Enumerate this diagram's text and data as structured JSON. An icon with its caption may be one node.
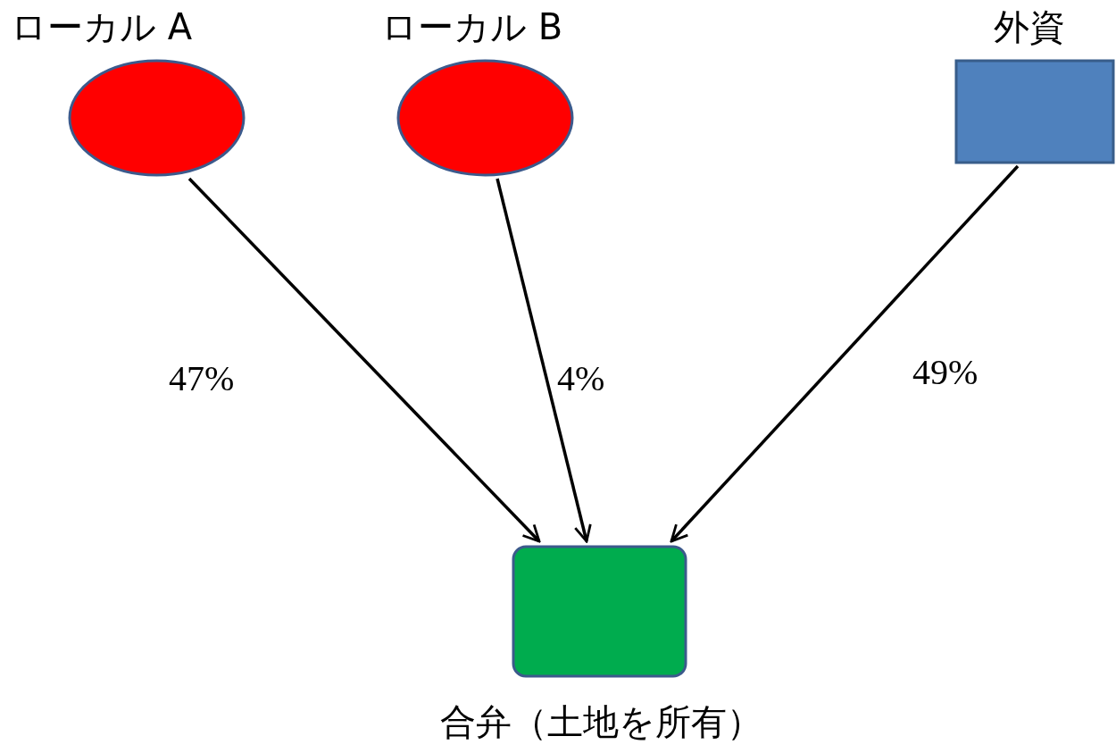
{
  "diagram": {
    "nodes": [
      {
        "text": [
          "ローカル A"
        ]
      },
      {
        "text": [
          "ローカル B"
        ]
      },
      {
        "text": [
          "外資"
        ]
      },
      {
        "text": [
          "合弁（土地を所有）"
        ]
      }
    ],
    "edges": [
      {
        "from": 0,
        "to": 3,
        "arrow": "to",
        "label": "47%"
      },
      {
        "from": 1,
        "to": 3,
        "arrow": "to",
        "label": "4%"
      },
      {
        "from": 2,
        "to": 3,
        "arrow": "to",
        "label": "49%"
      }
    ]
  }
}
